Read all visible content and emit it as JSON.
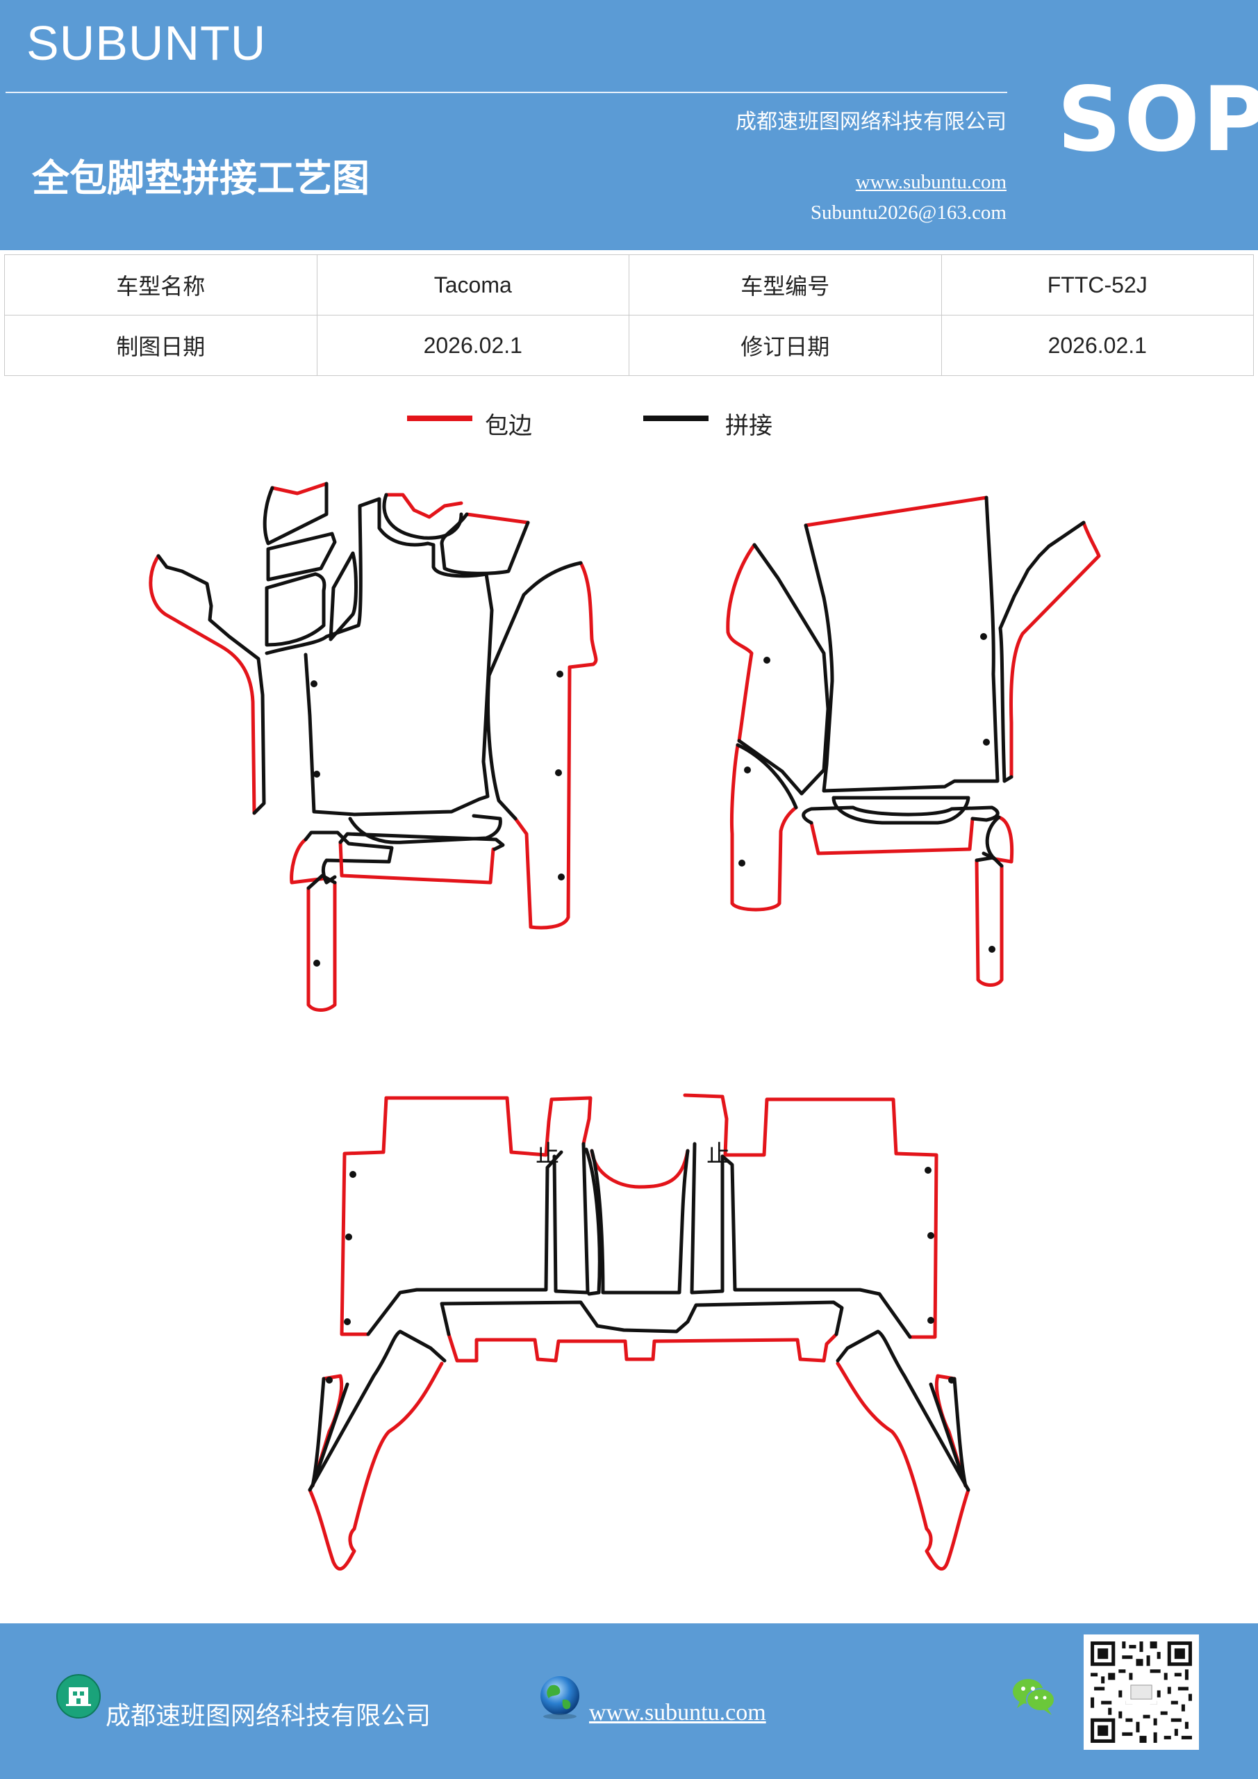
{
  "header": {
    "brand": "SUBUNTU",
    "company": "成都速班图网络科技有限公司",
    "title": "全包脚垫拼接工艺图",
    "website": "www.subuntu.com",
    "email": "Subuntu2026@163.com",
    "badge": "SOP"
  },
  "info_table": [
    [
      "车型名称",
      "Tacoma",
      "车型编号",
      "FTTC-52J"
    ],
    [
      "制图日期",
      "2026.02.1",
      "修订日期",
      "2026.02.1"
    ]
  ],
  "legend": {
    "edge_label": "包边",
    "edge_color": "#e3141a",
    "seam_label": "拼接",
    "seam_color": "#111111"
  },
  "diagram": {
    "stop_mark": "止"
  },
  "footer": {
    "company": "成都速班图网络科技有限公司",
    "website": "www.subuntu.com",
    "building_icon": "building-icon",
    "globe_icon": "globe-icon",
    "wechat_icon": "wechat-icon",
    "qr": "qr-code"
  }
}
